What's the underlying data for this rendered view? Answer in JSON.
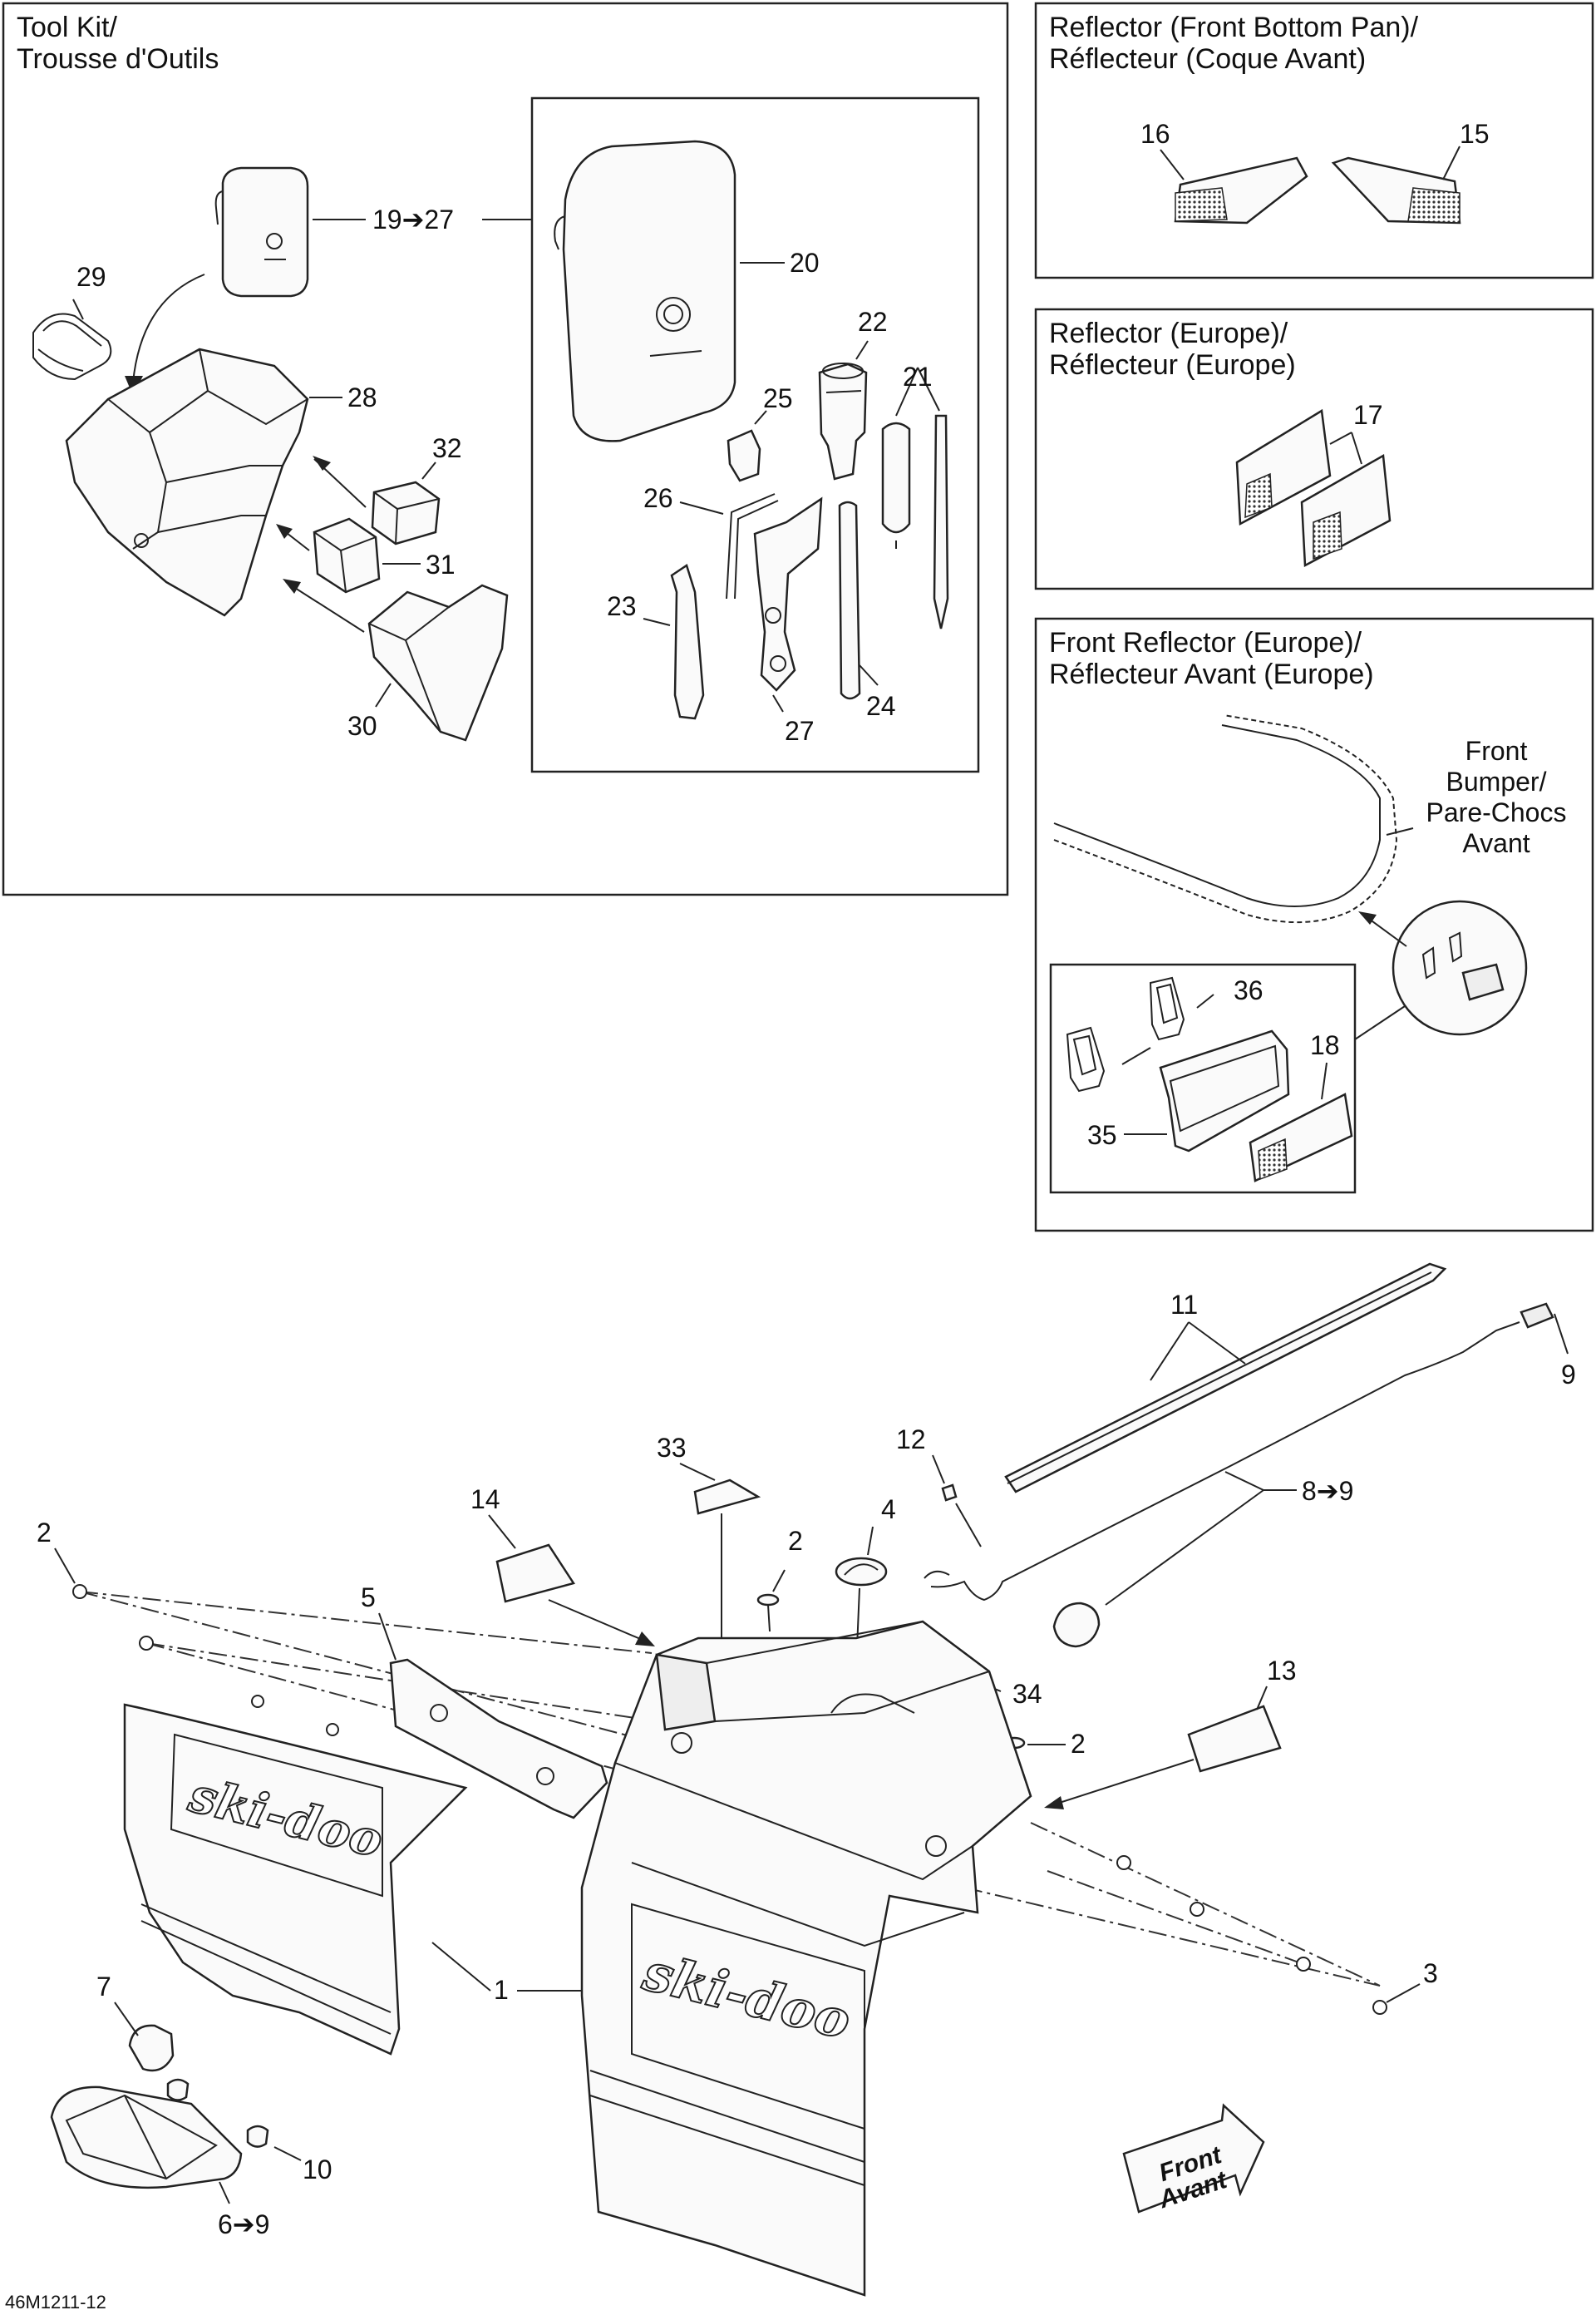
{
  "panels": {
    "tool_kit": {
      "title_line1": "Tool Kit/",
      "title_line2": "Trousse d'Outils"
    },
    "reflector_bottom": {
      "title_line1": "Reflector (Front Bottom Pan)/",
      "title_line2": "Réflecteur (Coque Avant)"
    },
    "reflector_europe": {
      "title_line1": "Reflector (Europe)/",
      "title_line2": "Réflecteur (Europe)"
    },
    "front_reflector": {
      "title_line1": "Front Reflector (Europe)/",
      "title_line2": "Réflecteur Avant (Europe)"
    }
  },
  "bumper_label": {
    "line1": "Front",
    "line2": "Bumper/",
    "line3": "Pare-Chocs",
    "line4": "Avant"
  },
  "front_arrow": {
    "line1": "Front",
    "line2": "Avant"
  },
  "brand_logo": "ski-doo",
  "callouts": {
    "c19_27": "19➔27",
    "c20": "20",
    "c21": "21",
    "c22": "22",
    "c23": "23",
    "c24": "24",
    "c25": "25",
    "c26": "26",
    "c27": "27",
    "c28": "28",
    "c29": "29",
    "c30": "30",
    "c31": "31",
    "c32": "32",
    "c16": "16",
    "c15": "15",
    "c17": "17",
    "c36": "36",
    "c18": "18",
    "c35": "35",
    "c11": "11",
    "c9": "9",
    "c12": "12",
    "c33": "33",
    "c8_9": "8➔9",
    "c14": "14",
    "c4": "4",
    "c2a": "2",
    "c2b": "2",
    "c2c": "2",
    "c5": "5",
    "c34": "34",
    "c13": "13",
    "c1": "1",
    "c3": "3",
    "c7": "7",
    "c10": "10",
    "c6_9": "6➔9"
  },
  "figure_id": "46M1211-12"
}
